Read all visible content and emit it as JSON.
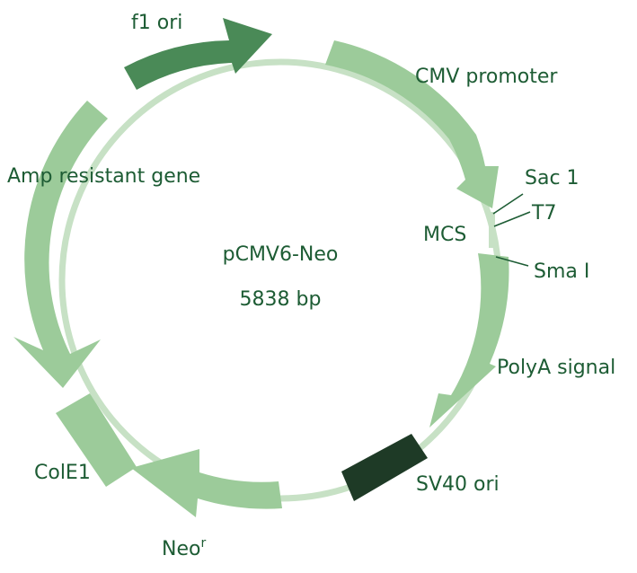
{
  "plasmid": {
    "name": "pCMV6-Neo",
    "size": "5838 bp"
  },
  "features": {
    "f1_ori": "f1 ori",
    "cmv_promoter": "CMV promoter",
    "mcs": "MCS",
    "polya_signal": "PolyA signal",
    "sv40_ori": "SV40 ori",
    "neo": "Neo",
    "neo_superscript": "r",
    "cole1": "ColE1",
    "amp_resistant_gene": "Amp resistant gene"
  },
  "restriction_sites": {
    "sac1": "Sac 1",
    "t7": "T7",
    "sma1": "Sma I"
  },
  "colors": {
    "backbone": "#c7e1c5",
    "light_feature": "#9ccb9a",
    "dark_feature": "#4a8a57",
    "darkest_feature": "#1e3a26",
    "text": "#1d5c34"
  }
}
